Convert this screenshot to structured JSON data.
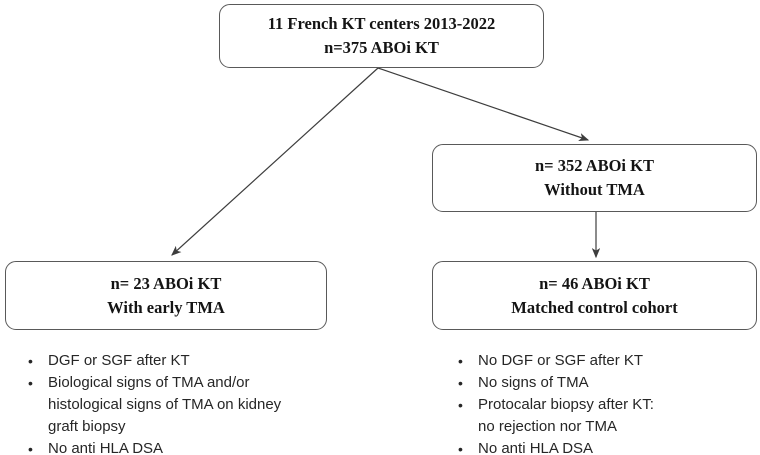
{
  "diagram": {
    "type": "study-flowchart",
    "boxes": {
      "top": {
        "line1": "11 French KT centers 2013-2022",
        "line2": "n=375 ABOi KT"
      },
      "without_tma": {
        "line1": "n= 352 ABOi KT",
        "line2": "Without TMA"
      },
      "early_tma": {
        "line1": "n= 23 ABOi KT",
        "line2": "With early TMA"
      },
      "matched": {
        "line1": "n= 46 ABOi KT",
        "line2": "Matched control cohort"
      }
    },
    "criteria": {
      "early_tma": [
        "DGF or SGF after KT",
        "Biological signs of TMA and/or\nhistological signs of TMA on kidney\ngraft biopsy",
        "No anti HLA DSA"
      ],
      "matched": [
        "No DGF or SGF after KT",
        "No signs of TMA",
        "Protocalar biopsy after KT:\nno rejection nor TMA",
        "No anti HLA DSA"
      ]
    },
    "arrows": [
      {
        "from": "top",
        "to": "early_tma"
      },
      {
        "from": "top",
        "to": "without_tma"
      },
      {
        "from": "without_tma",
        "to": "matched"
      }
    ],
    "colors": {
      "background": "#ffffff",
      "box_border": "#595959",
      "box_text": "#141414",
      "arrow": "#3d3d3d",
      "list_text": "#262626"
    }
  }
}
